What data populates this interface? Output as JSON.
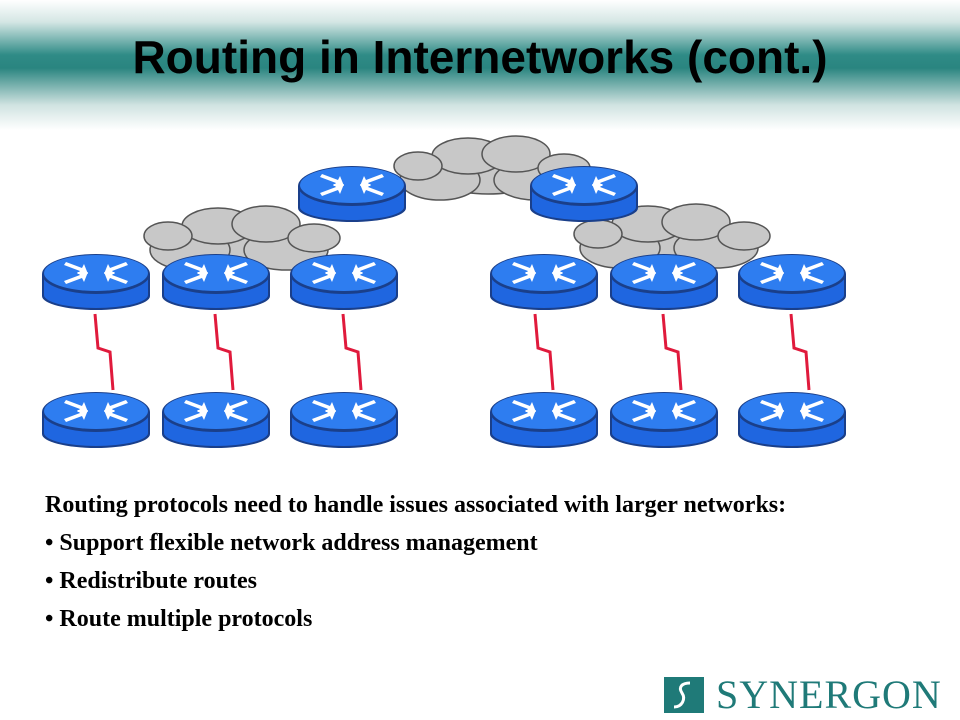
{
  "slide": {
    "title": "Routing in Internetworks (cont.)"
  },
  "body": {
    "intro": "Routing protocols need to handle issues associated with larger networks:",
    "bullets": [
      "Support flexible network address management",
      "Redistribute routes",
      "Route multiple protocols"
    ]
  },
  "logo": {
    "text": "SYNERGON"
  },
  "colors": {
    "title_band": "#2a8580",
    "router_blue": "#1f66e0",
    "cloud_gray": "#c8c8c8",
    "link_red": "#e01a3c",
    "logo_teal": "#1f7a78"
  },
  "icons": {
    "router": "router-icon",
    "cloud": "cloud-icon",
    "logo_mark": "synergon-s-icon"
  }
}
